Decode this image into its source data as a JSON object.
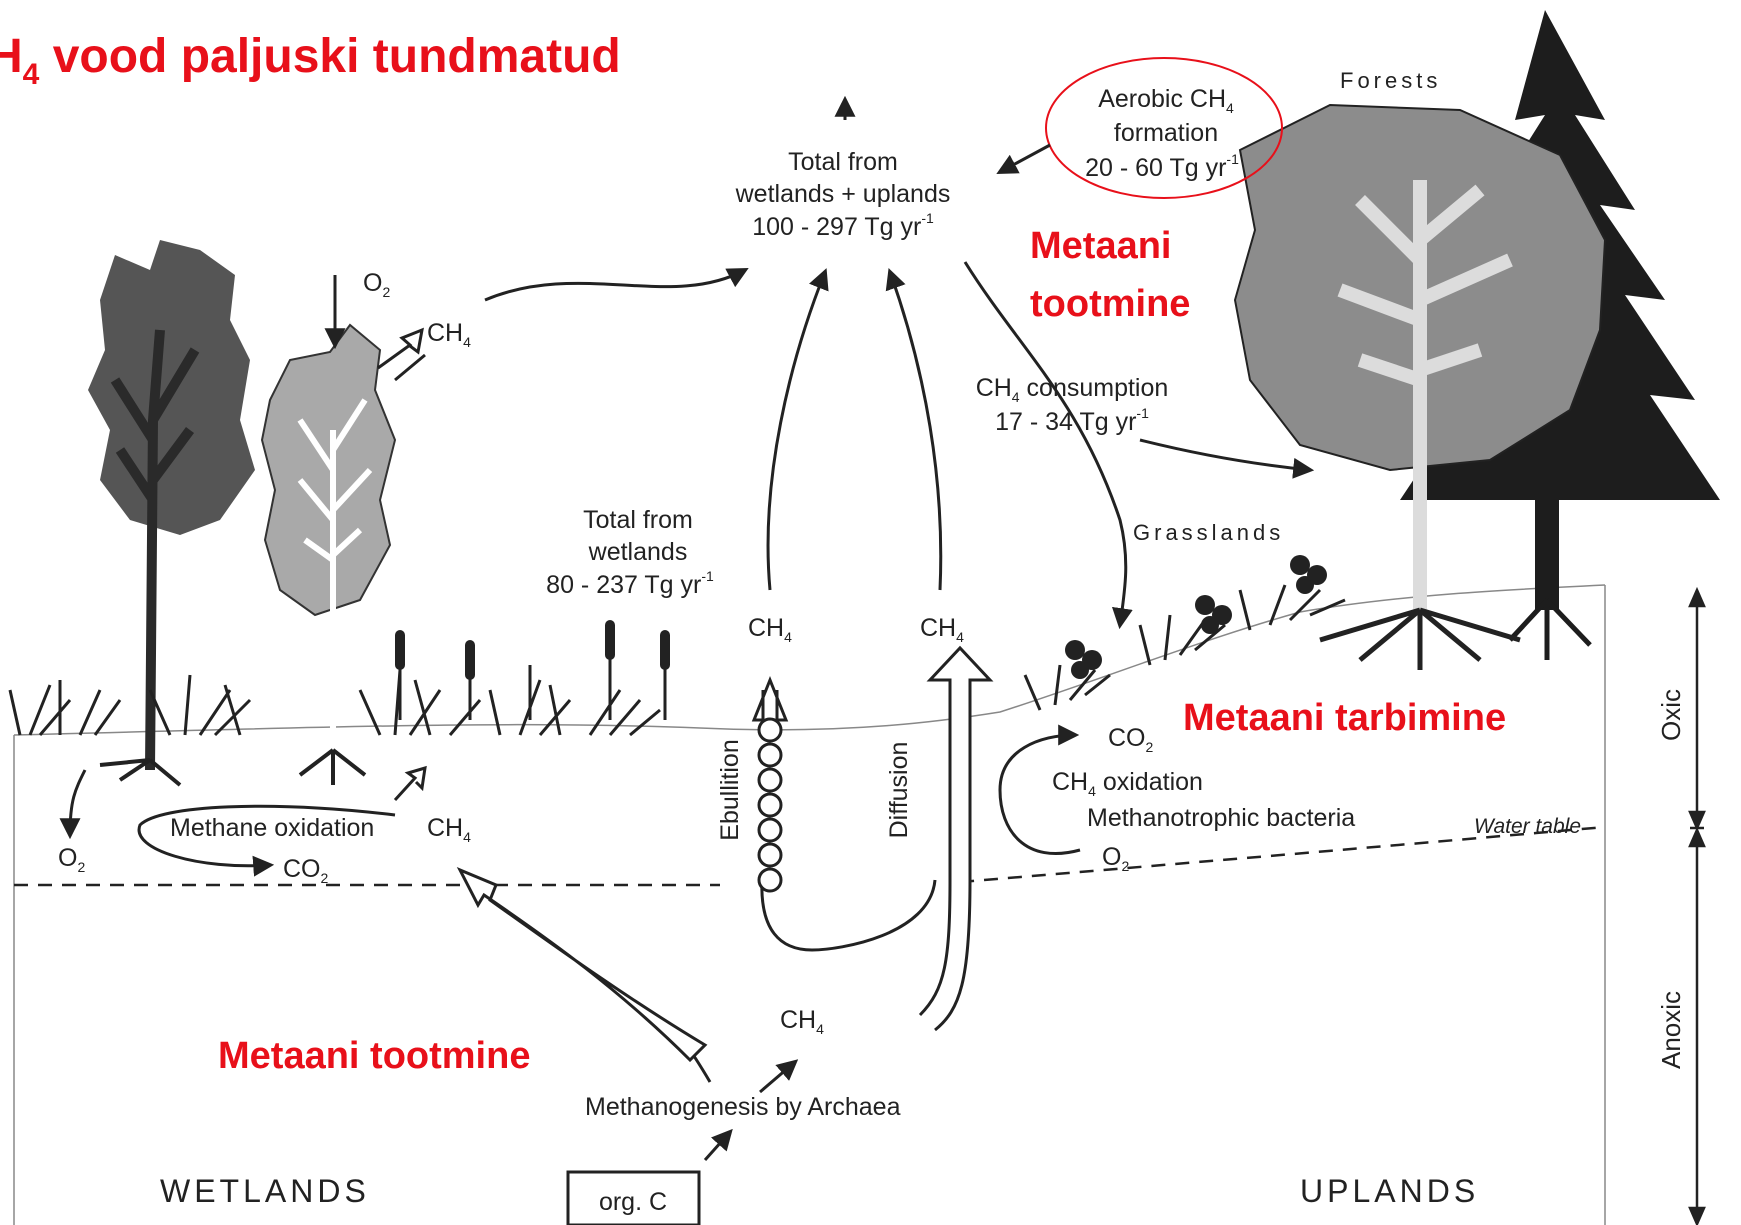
{
  "title": {
    "main": "H",
    "sub": "4",
    "rest": " vood paljuski tundmatud"
  },
  "annotations": {
    "top_right": [
      "Metaani",
      "tootmine"
    ],
    "bottom_left": "Metaani tootmine",
    "right": "Metaani tarbimine"
  },
  "flux": {
    "total_all": [
      "Total from",
      "wetlands + uplands",
      "100 - 297 Tg yr"
    ],
    "aerobic": [
      "Aerobic CH",
      "formation",
      "20 - 60 Tg yr"
    ],
    "consumption": [
      "CH",
      " consumption",
      "17 - 34 Tg yr"
    ],
    "wetlands_total": [
      "Total from",
      "wetlands",
      "80 - 237 Tg yr"
    ]
  },
  "sup": {
    "minus_one": "-1",
    "two": "2",
    "four": "4"
  },
  "chem": {
    "ch": "CH",
    "o": "O",
    "co": "CO"
  },
  "ecosystems": {
    "forests": "Forests",
    "grasslands": "Grasslands",
    "wetlands": "WETLANDS",
    "uplands": "UPLANDS"
  },
  "processes": {
    "methane_oxidation": "Methane oxidation",
    "ebullition": "Ebullition",
    "diffusion": "Diffusion",
    "ch4_oxidation": " oxidation",
    "methanotrophic": "Methanotrophic bacteria",
    "methanogenesis": "Methanogenesis by Archaea",
    "org_c": "org. C"
  },
  "zones": {
    "oxic": "Oxic",
    "anoxic": "Anoxic",
    "water_table": "Water table"
  },
  "colors": {
    "annotation_red": "#e8101a",
    "ink": "#222222",
    "dark_tree": "#555555",
    "light_tree": "#a9a9a9",
    "conifer": "#1d1d1d"
  }
}
